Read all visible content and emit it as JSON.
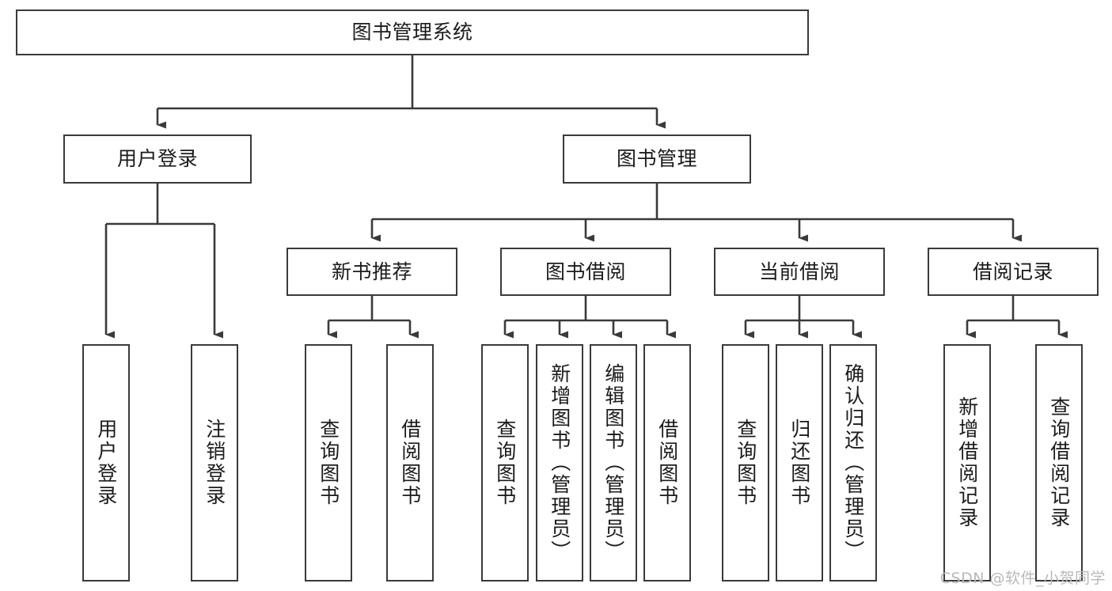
{
  "diagram": {
    "title": "图书管理系统",
    "type": "tree-hierarchy",
    "stroke_color": "#3a3a3a",
    "fill_color": "#ffffff",
    "text_color": "#1b1b1b",
    "root": {
      "label": "图书管理系统"
    },
    "level1": [
      {
        "label": "用户登录"
      },
      {
        "label": "图书管理"
      }
    ],
    "level2": [
      {
        "label": "新书推荐"
      },
      {
        "label": "图书借阅"
      },
      {
        "label": "当前借阅"
      },
      {
        "label": "借阅记录"
      }
    ],
    "leaves": {
      "user_login": [
        {
          "label": "用户登录"
        },
        {
          "label": "注销登录"
        }
      ],
      "new_book_recommend": [
        {
          "label": "查询图书"
        },
        {
          "label": "借阅图书"
        }
      ],
      "book_borrow": [
        {
          "label": "查询图书"
        },
        {
          "label": "新增图书（管理员）"
        },
        {
          "label": "编辑图书（管理员）"
        },
        {
          "label": "借阅图书"
        }
      ],
      "current_borrow": [
        {
          "label": "查询图书"
        },
        {
          "label": "归还图书"
        },
        {
          "label": "确认归还（管理员）"
        }
      ],
      "borrow_record": [
        {
          "label": "新增借阅记录"
        },
        {
          "label": "查询借阅记录"
        }
      ]
    }
  },
  "watermark": {
    "text": "CSDN @软件_小贺同学"
  }
}
